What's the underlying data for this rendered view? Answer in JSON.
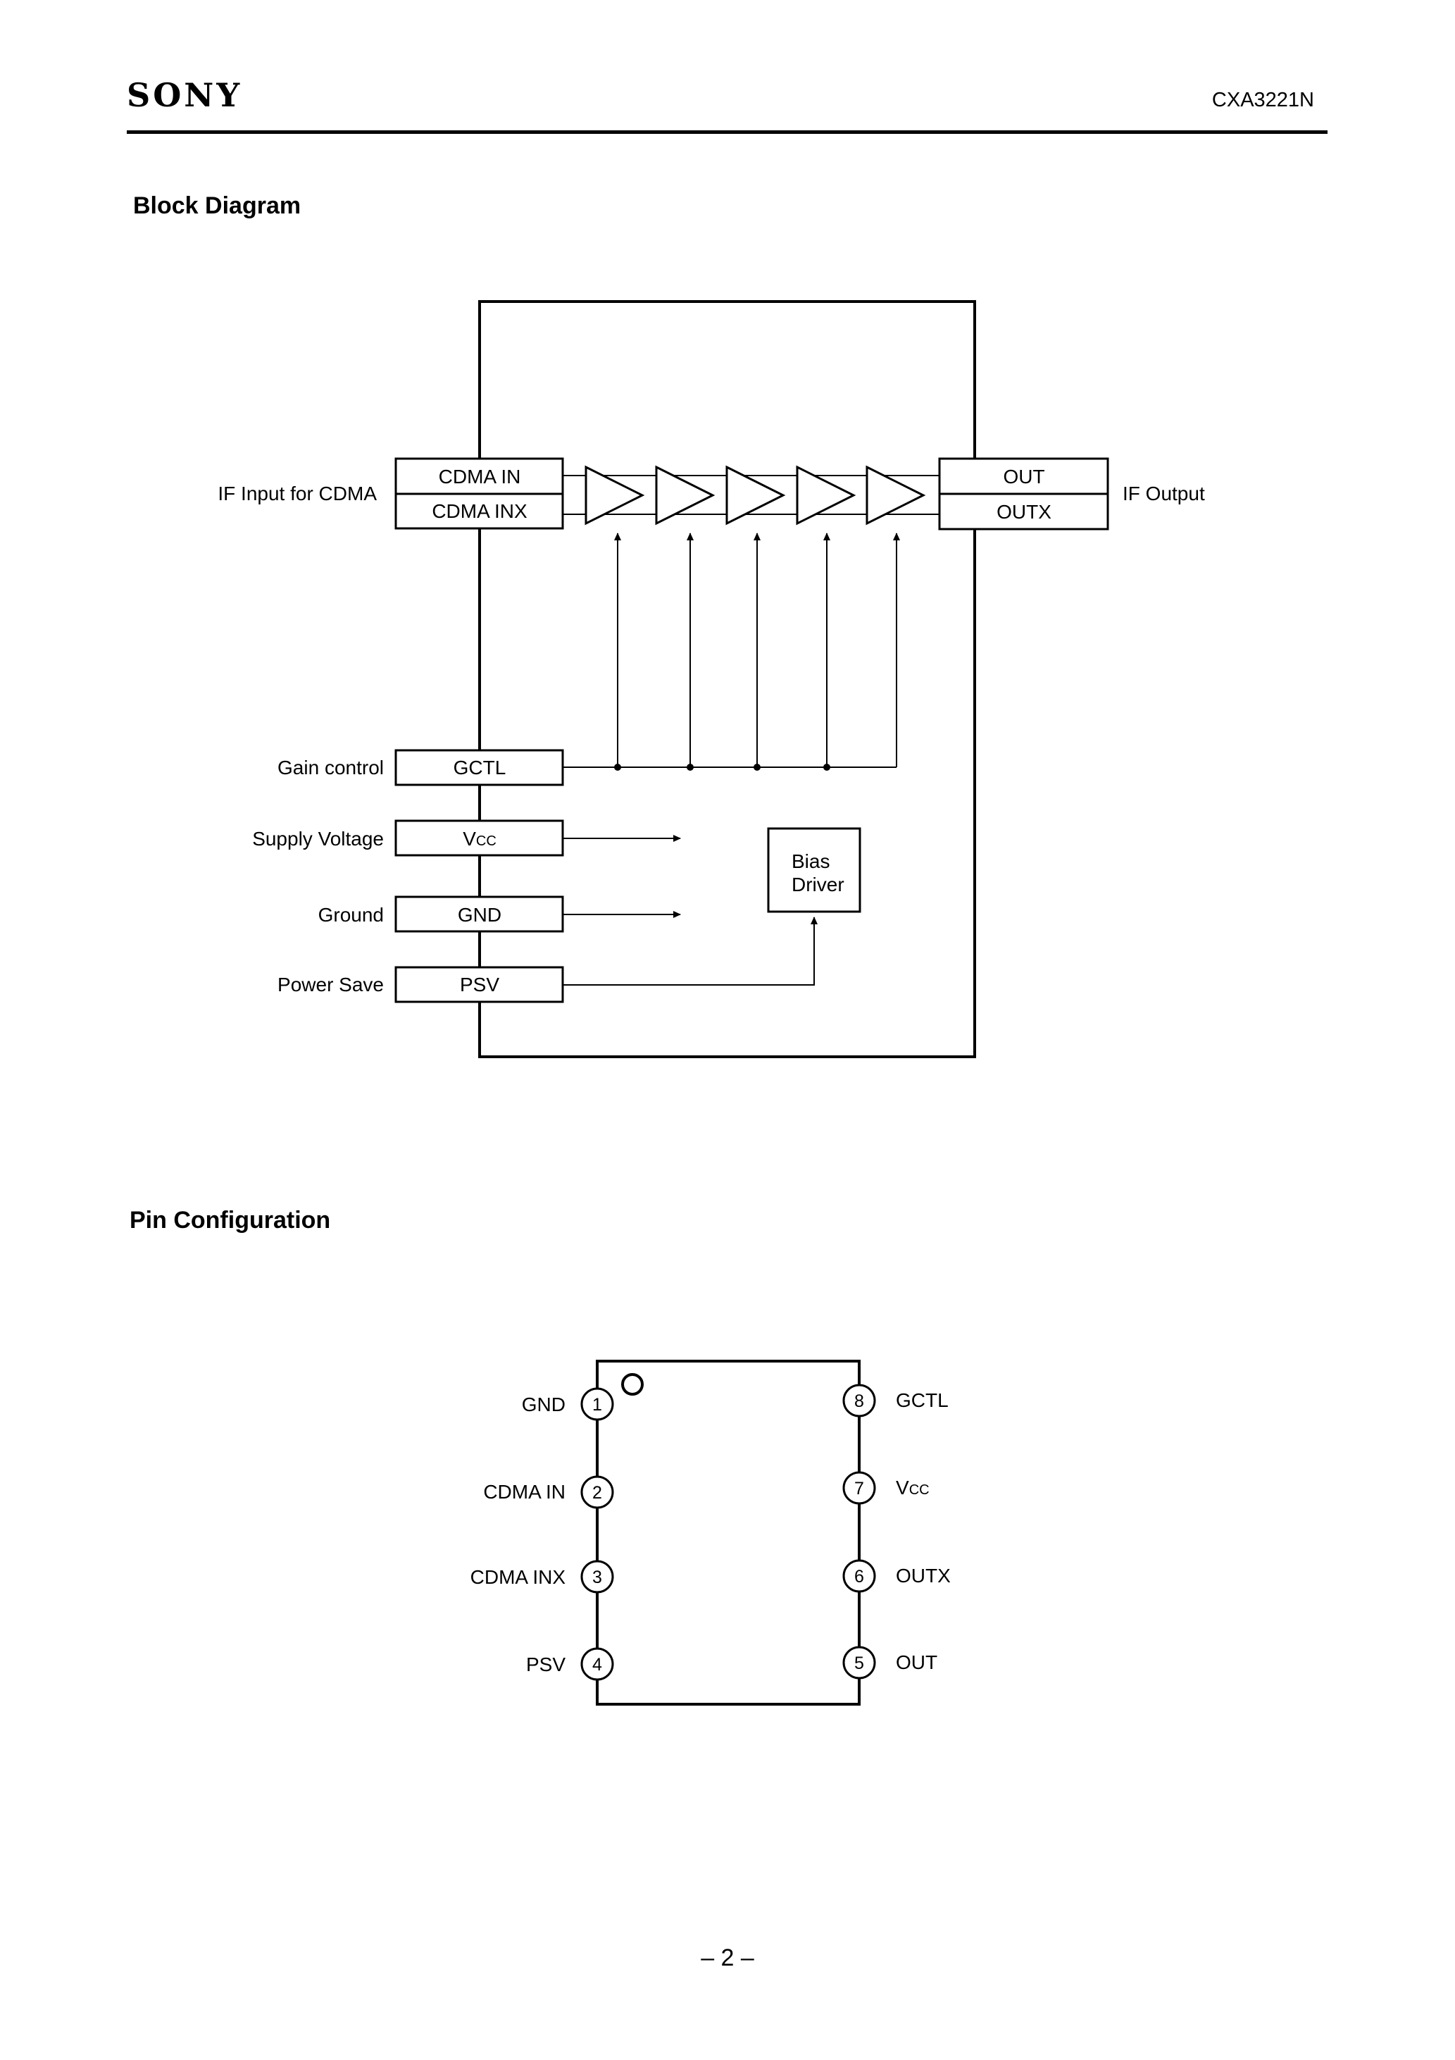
{
  "header": {
    "brand": "SONY",
    "part_number": "CXA3221N"
  },
  "block_diagram": {
    "heading": "Block Diagram",
    "signal_labels": {
      "if_input": "IF Input for CDMA",
      "if_output": "IF Output",
      "gain_control": "Gain control",
      "supply_voltage": "Supply Voltage",
      "ground": "Ground",
      "power_save": "Power Save"
    },
    "pins": {
      "cdma_in": "CDMA IN",
      "cdma_inx": "CDMA INX",
      "out": "OUT",
      "outx": "OUTX",
      "gctl": "GCTL",
      "vcc_main": "V",
      "vcc_sub": "CC",
      "gnd": "GND",
      "psv": "PSV"
    },
    "bias_driver": {
      "line1": "Bias",
      "line2": "Driver"
    }
  },
  "pin_configuration": {
    "heading": "Pin Configuration",
    "left_pins": [
      {
        "number": "1",
        "name": "GND"
      },
      {
        "number": "2",
        "name": "CDMA IN"
      },
      {
        "number": "3",
        "name": "CDMA INX"
      },
      {
        "number": "4",
        "name": "PSV"
      }
    ],
    "right_pins": [
      {
        "number": "8",
        "name": "GCTL"
      },
      {
        "number": "7",
        "name_main": "V",
        "name_sub": "CC"
      },
      {
        "number": "6",
        "name": "OUTX"
      },
      {
        "number": "5",
        "name": "OUT"
      }
    ]
  },
  "footer": {
    "page_number": "– 2 –"
  }
}
